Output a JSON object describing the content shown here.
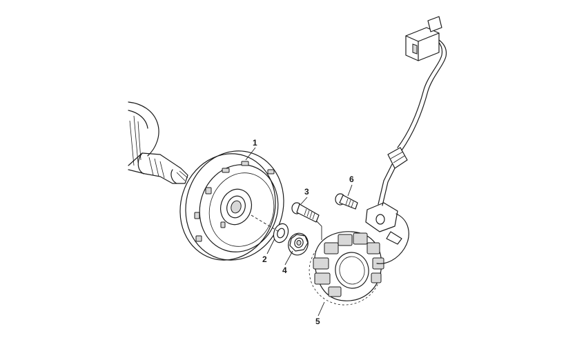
{
  "callouts": {
    "c1": "1",
    "c2": "2",
    "c3": "3",
    "c4": "4",
    "c5": "5",
    "c6": "6"
  },
  "colors": {
    "line": "#1a1a1a",
    "background": "#ffffff",
    "shade": "#d8d8d8"
  }
}
